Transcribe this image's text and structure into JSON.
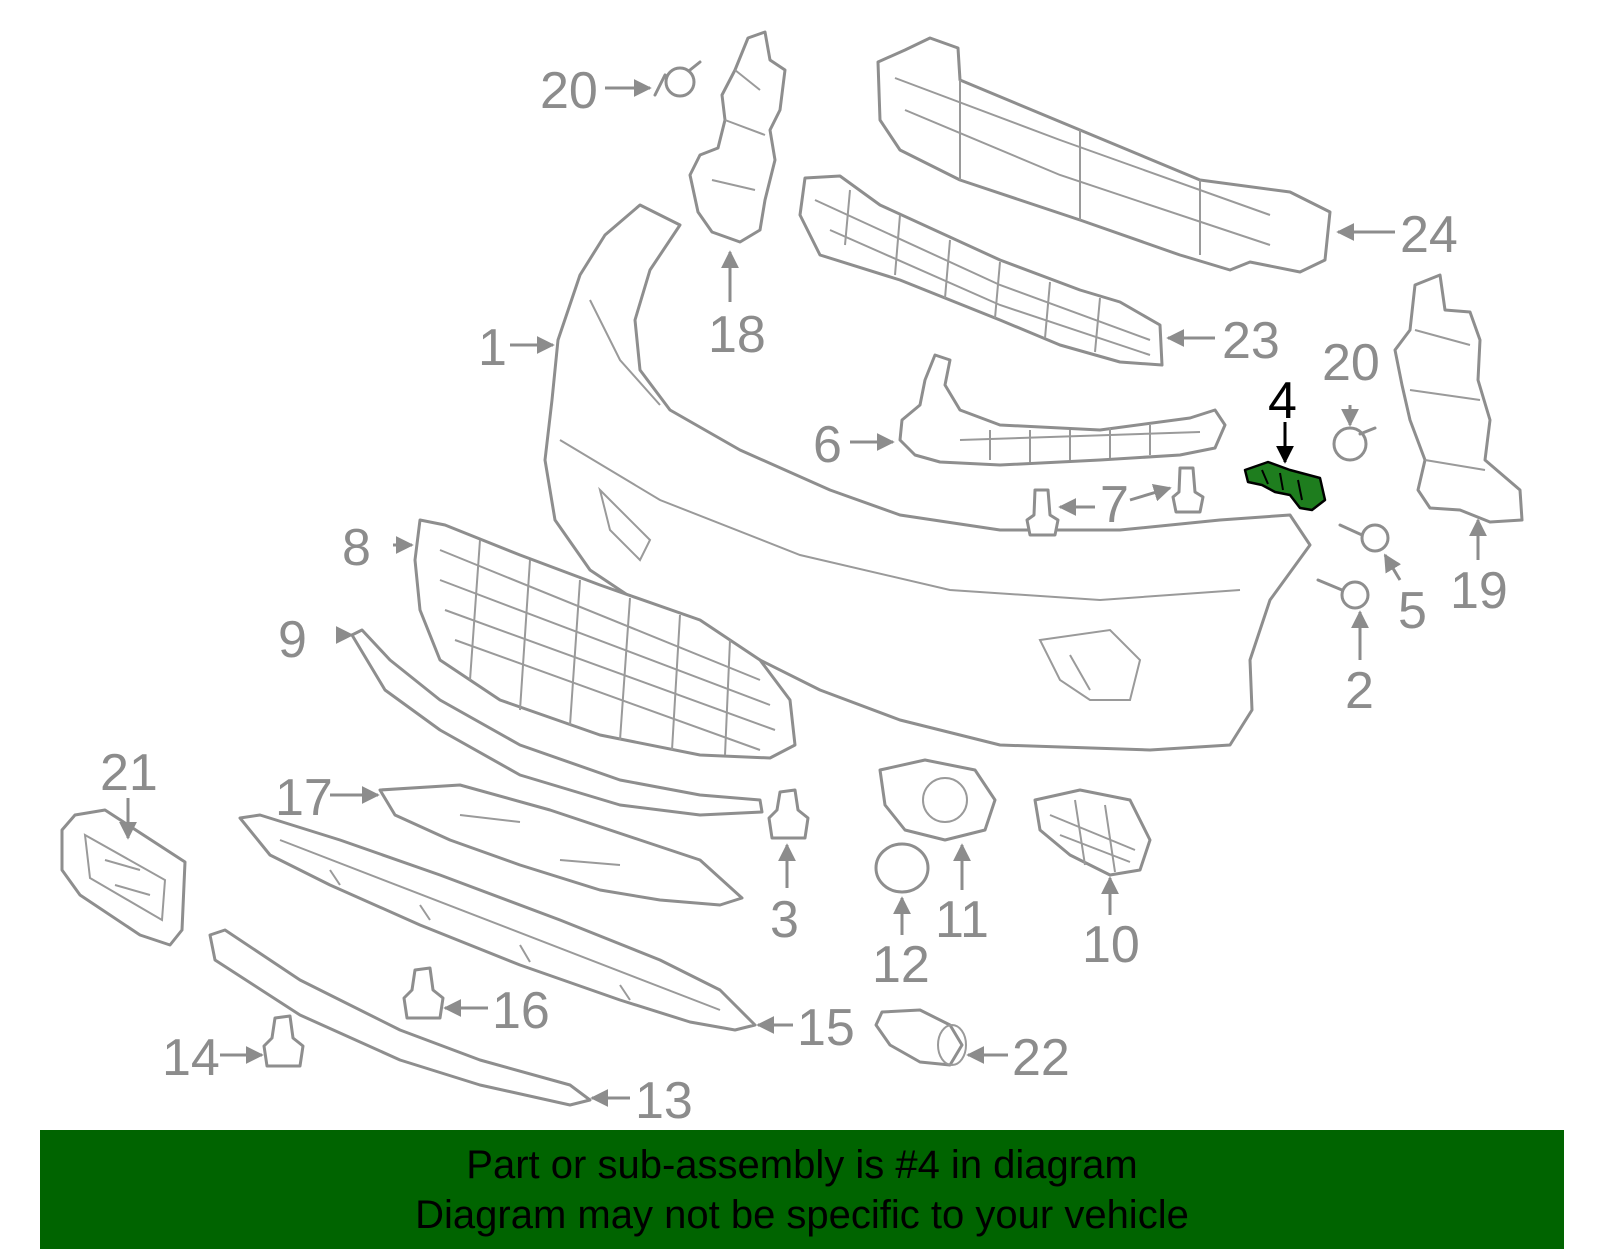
{
  "diagram": {
    "highlight_part": "4",
    "highlight_color": "#1e7d1e",
    "labels": [
      {
        "id": "1",
        "text": "1"
      },
      {
        "id": "2",
        "text": "2"
      },
      {
        "id": "3",
        "text": "3"
      },
      {
        "id": "4",
        "text": "4"
      },
      {
        "id": "5",
        "text": "5"
      },
      {
        "id": "6",
        "text": "6"
      },
      {
        "id": "7",
        "text": "7"
      },
      {
        "id": "8",
        "text": "8"
      },
      {
        "id": "9",
        "text": "9"
      },
      {
        "id": "10",
        "text": "10"
      },
      {
        "id": "11",
        "text": "11"
      },
      {
        "id": "12",
        "text": "12"
      },
      {
        "id": "13",
        "text": "13"
      },
      {
        "id": "14",
        "text": "14"
      },
      {
        "id": "15",
        "text": "15"
      },
      {
        "id": "16",
        "text": "16"
      },
      {
        "id": "17",
        "text": "17"
      },
      {
        "id": "18",
        "text": "18"
      },
      {
        "id": "19",
        "text": "19"
      },
      {
        "id": "20a",
        "text": "20"
      },
      {
        "id": "20b",
        "text": "20"
      },
      {
        "id": "21",
        "text": "21"
      },
      {
        "id": "22",
        "text": "22"
      },
      {
        "id": "23",
        "text": "23"
      },
      {
        "id": "24",
        "text": "24"
      }
    ]
  },
  "banner": {
    "line1": "Part or sub-assembly is #4 in diagram",
    "line2": "Diagram may not be specific to your vehicle",
    "background": "#006400"
  }
}
